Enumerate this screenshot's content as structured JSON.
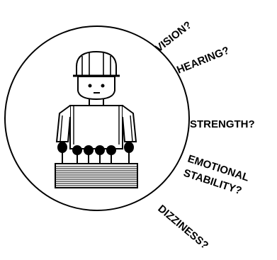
{
  "diagram": {
    "labels": [
      {
        "id": "vision",
        "text": "VISION?"
      },
      {
        "id": "hearing",
        "text": "HEARING?"
      },
      {
        "id": "strength",
        "text": "STRENGTH?"
      },
      {
        "id": "emotional",
        "text": "EMOTIONAL"
      },
      {
        "id": "stability",
        "text": "STABILITY?"
      },
      {
        "id": "dizziness",
        "text": "DIZZINESS?"
      }
    ],
    "colors": {
      "ink": "#000000",
      "background": "#ffffff"
    }
  }
}
